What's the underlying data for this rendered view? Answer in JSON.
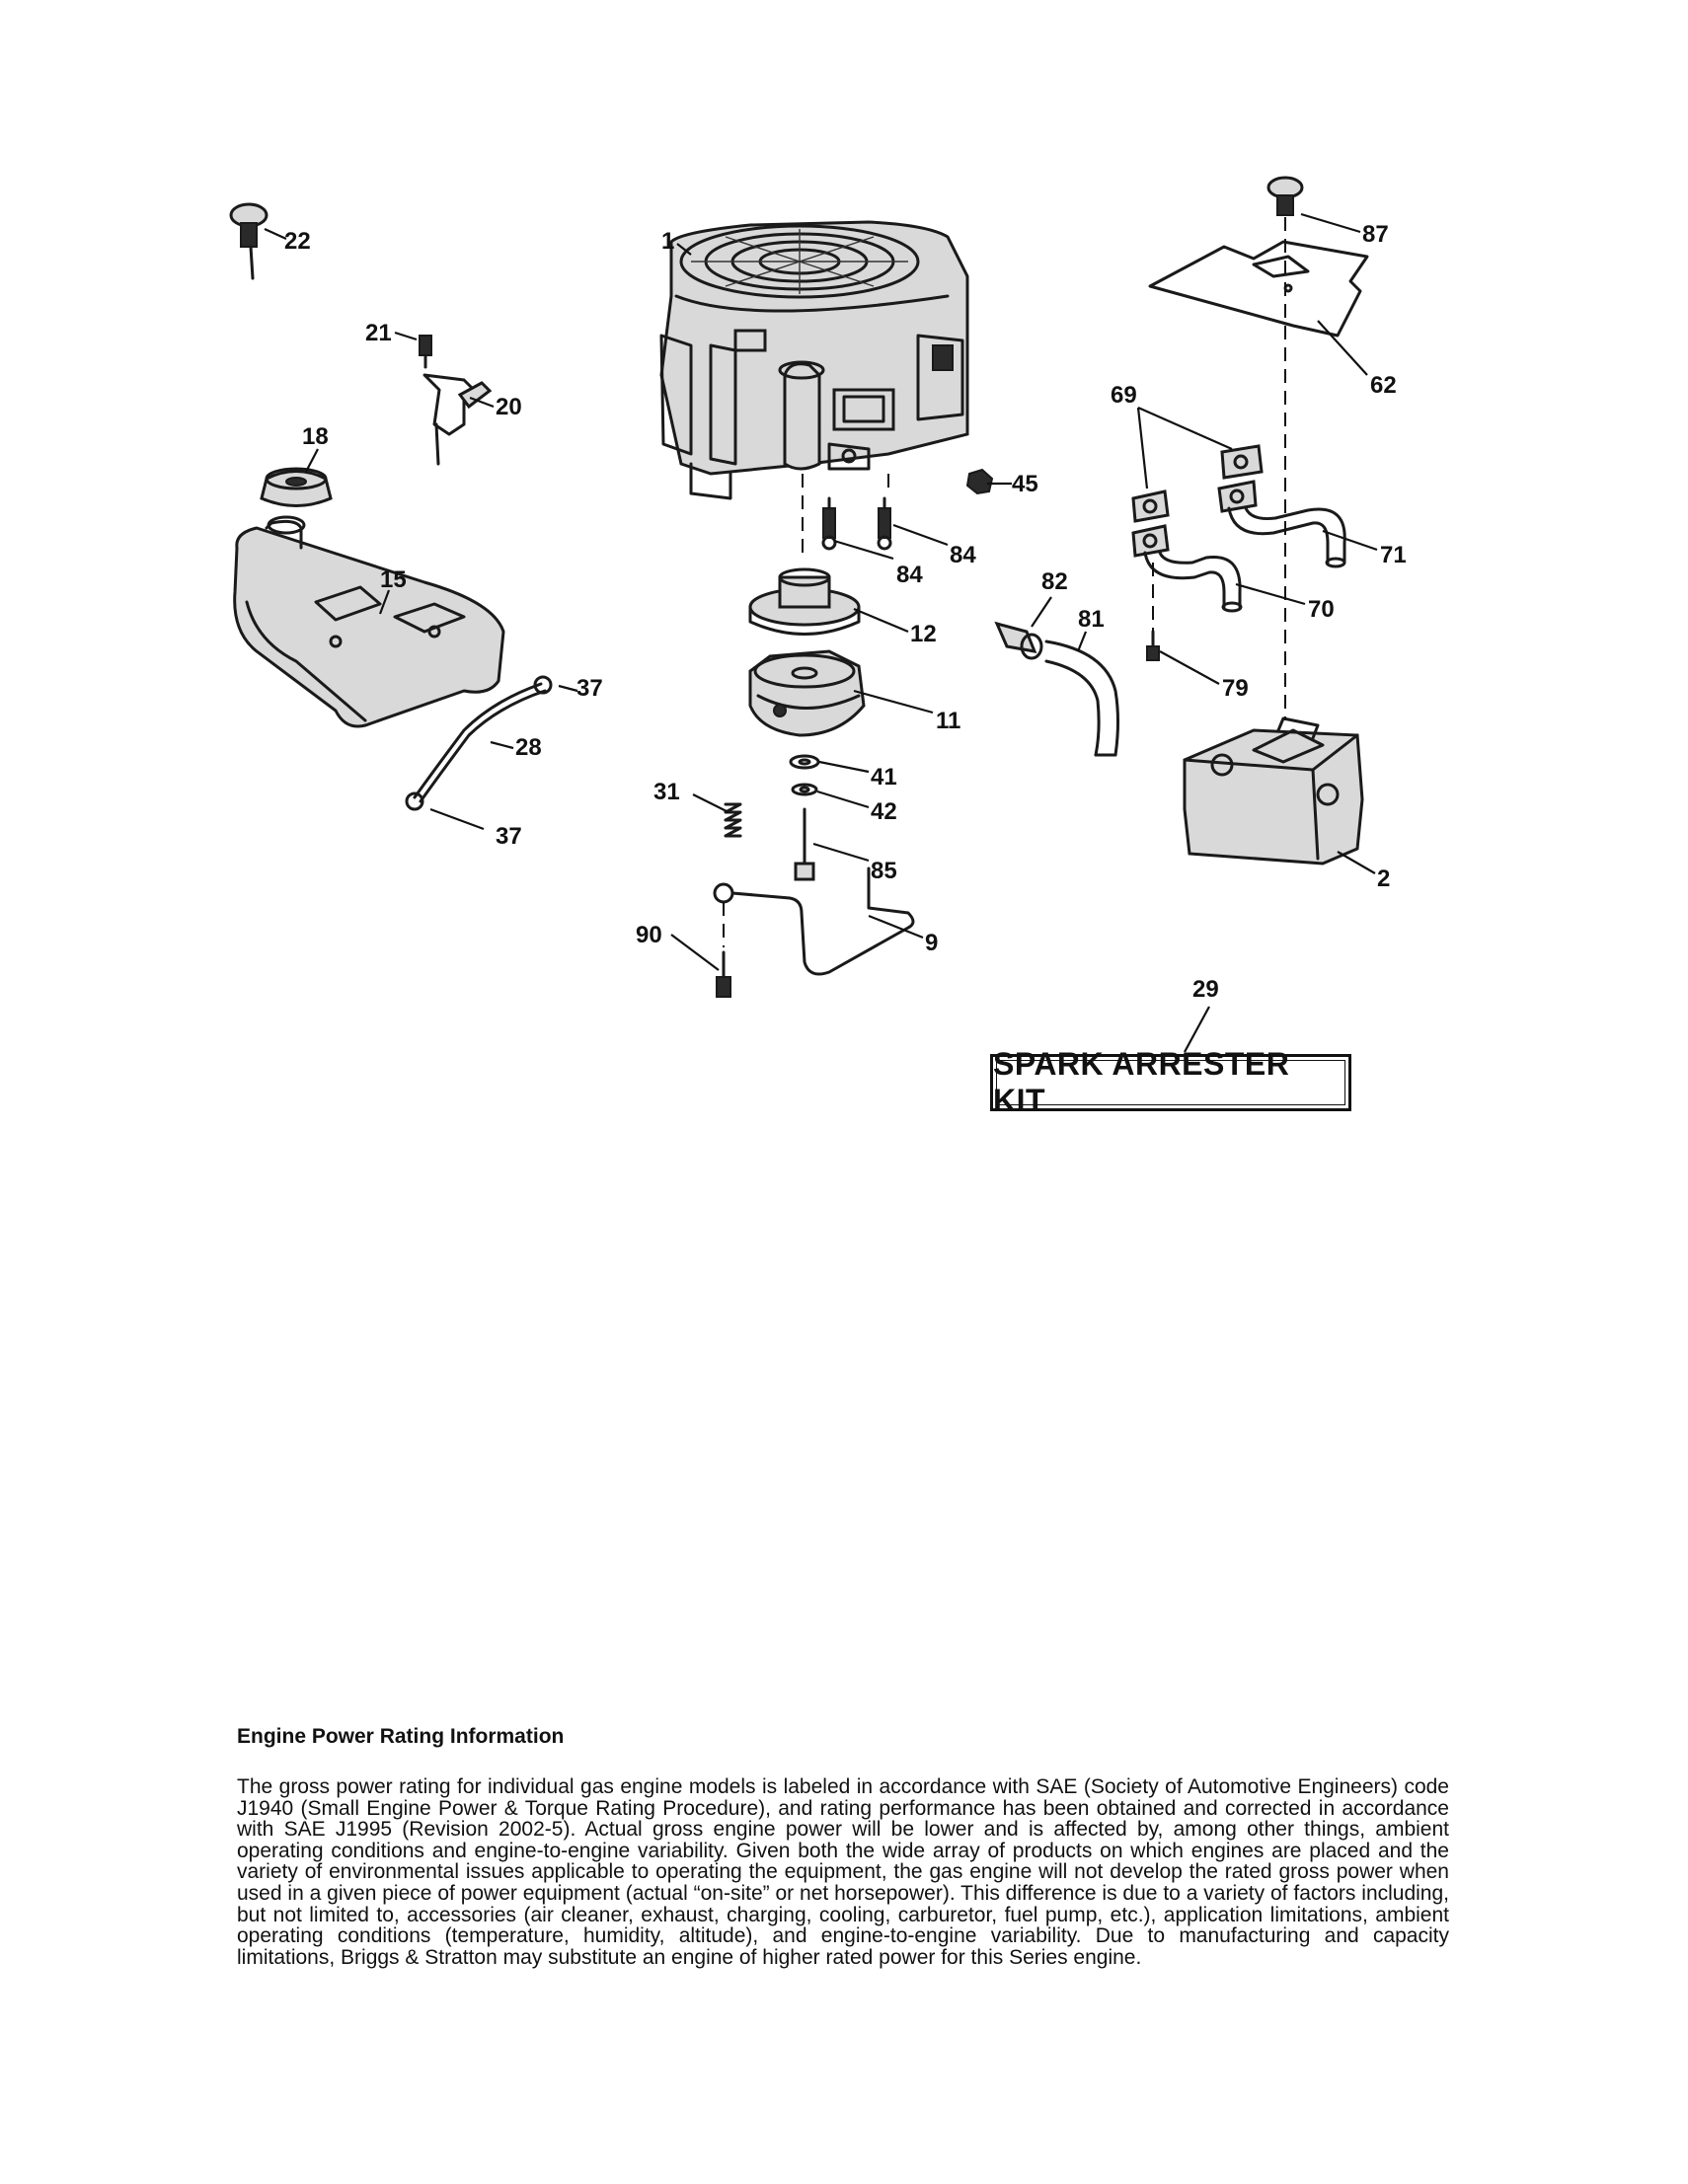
{
  "diagram": {
    "callouts": {
      "c1": "1",
      "c2": "2",
      "c9": "9",
      "c11": "11",
      "c12": "12",
      "c15": "15",
      "c18": "18",
      "c20": "20",
      "c21": "21",
      "c22": "22",
      "c28": "28",
      "c29": "29",
      "c31": "31",
      "c37a": "37",
      "c37b": "37",
      "c41": "41",
      "c42": "42",
      "c45": "45",
      "c62": "62",
      "c69": "69",
      "c70": "70",
      "c71": "71",
      "c79": "79",
      "c81": "81",
      "c82": "82",
      "c84a": "84",
      "c84b": "84",
      "c85": "85",
      "c87": "87",
      "c90": "90"
    },
    "kit_label": "SPARK ARRESTER KIT"
  },
  "info": {
    "heading": "Engine Power Rating Information",
    "body": "The gross power rating for individual gas engine models is labeled in accordance with SAE (Society of Automotive Engineers) code J1940 (Small Engine Power & Torque Rating Procedure), and rating performance has been obtained and corrected in accordance with SAE J1995 (Revision 2002-5). Actual gross engine power will be lower and is affected by, among other things, ambient operating conditions and engine-to-engine variability. Given both the wide array of products on which engines are placed and the variety of environmental issues applicable to operating the equipment, the gas engine will not develop the rated gross power when used in a given piece of power equipment (actual “on-site” or net horsepower). This difference is due to a variety of factors including, but not limited to, accessories (air cleaner, exhaust, charging, cooling, carburetor, fuel pump, etc.), application limitations, ambient operating conditions (temperature, humidity, altitude), and engine-to-engine variability. Due to manufacturing and capacity limitations, Briggs & Stratton may substitute an engine of higher rated power for this Series engine."
  }
}
